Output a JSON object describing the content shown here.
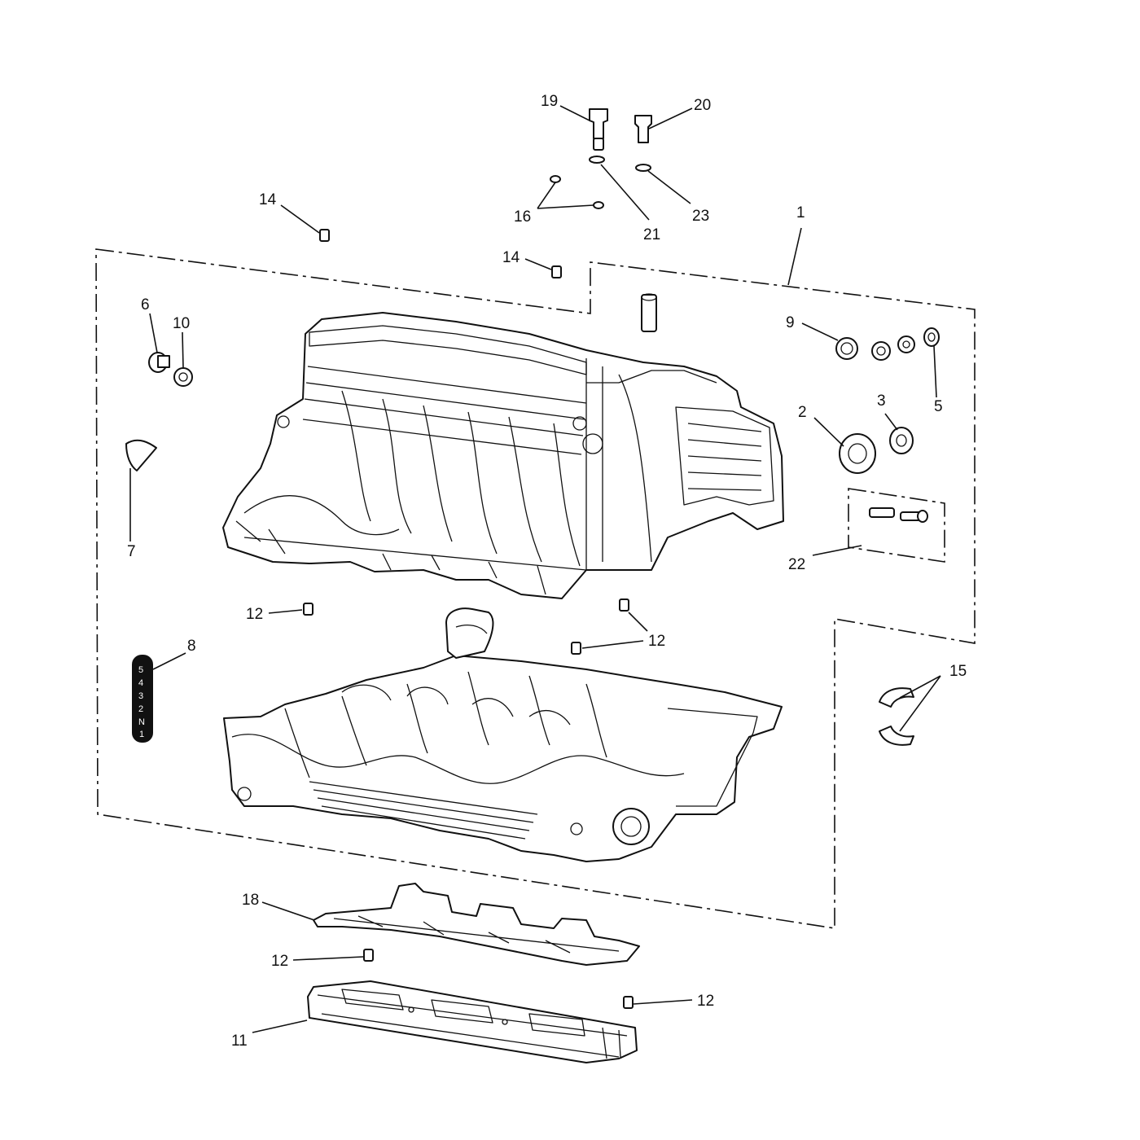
{
  "diagram": {
    "callouts": [
      {
        "id": "1",
        "text": "1"
      },
      {
        "id": "2",
        "text": "2"
      },
      {
        "id": "3",
        "text": "3"
      },
      {
        "id": "5",
        "text": "5"
      },
      {
        "id": "6",
        "text": "6"
      },
      {
        "id": "7",
        "text": "7"
      },
      {
        "id": "8",
        "text": "8"
      },
      {
        "id": "9",
        "text": "9"
      },
      {
        "id": "10",
        "text": "10"
      },
      {
        "id": "11",
        "text": "11"
      },
      {
        "id": "12a",
        "text": "12"
      },
      {
        "id": "12b",
        "text": "12"
      },
      {
        "id": "12c",
        "text": "12"
      },
      {
        "id": "12d",
        "text": "12"
      },
      {
        "id": "14a",
        "text": "14"
      },
      {
        "id": "14b",
        "text": "14"
      },
      {
        "id": "15",
        "text": "15"
      },
      {
        "id": "16",
        "text": "16"
      },
      {
        "id": "18",
        "text": "18"
      },
      {
        "id": "19",
        "text": "19"
      },
      {
        "id": "20",
        "text": "20"
      },
      {
        "id": "21",
        "text": "21"
      },
      {
        "id": "22",
        "text": "22"
      },
      {
        "id": "23",
        "text": "23"
      }
    ],
    "gear_indicator_marks": [
      "5",
      "4",
      "3",
      "2",
      "N",
      "1"
    ]
  }
}
